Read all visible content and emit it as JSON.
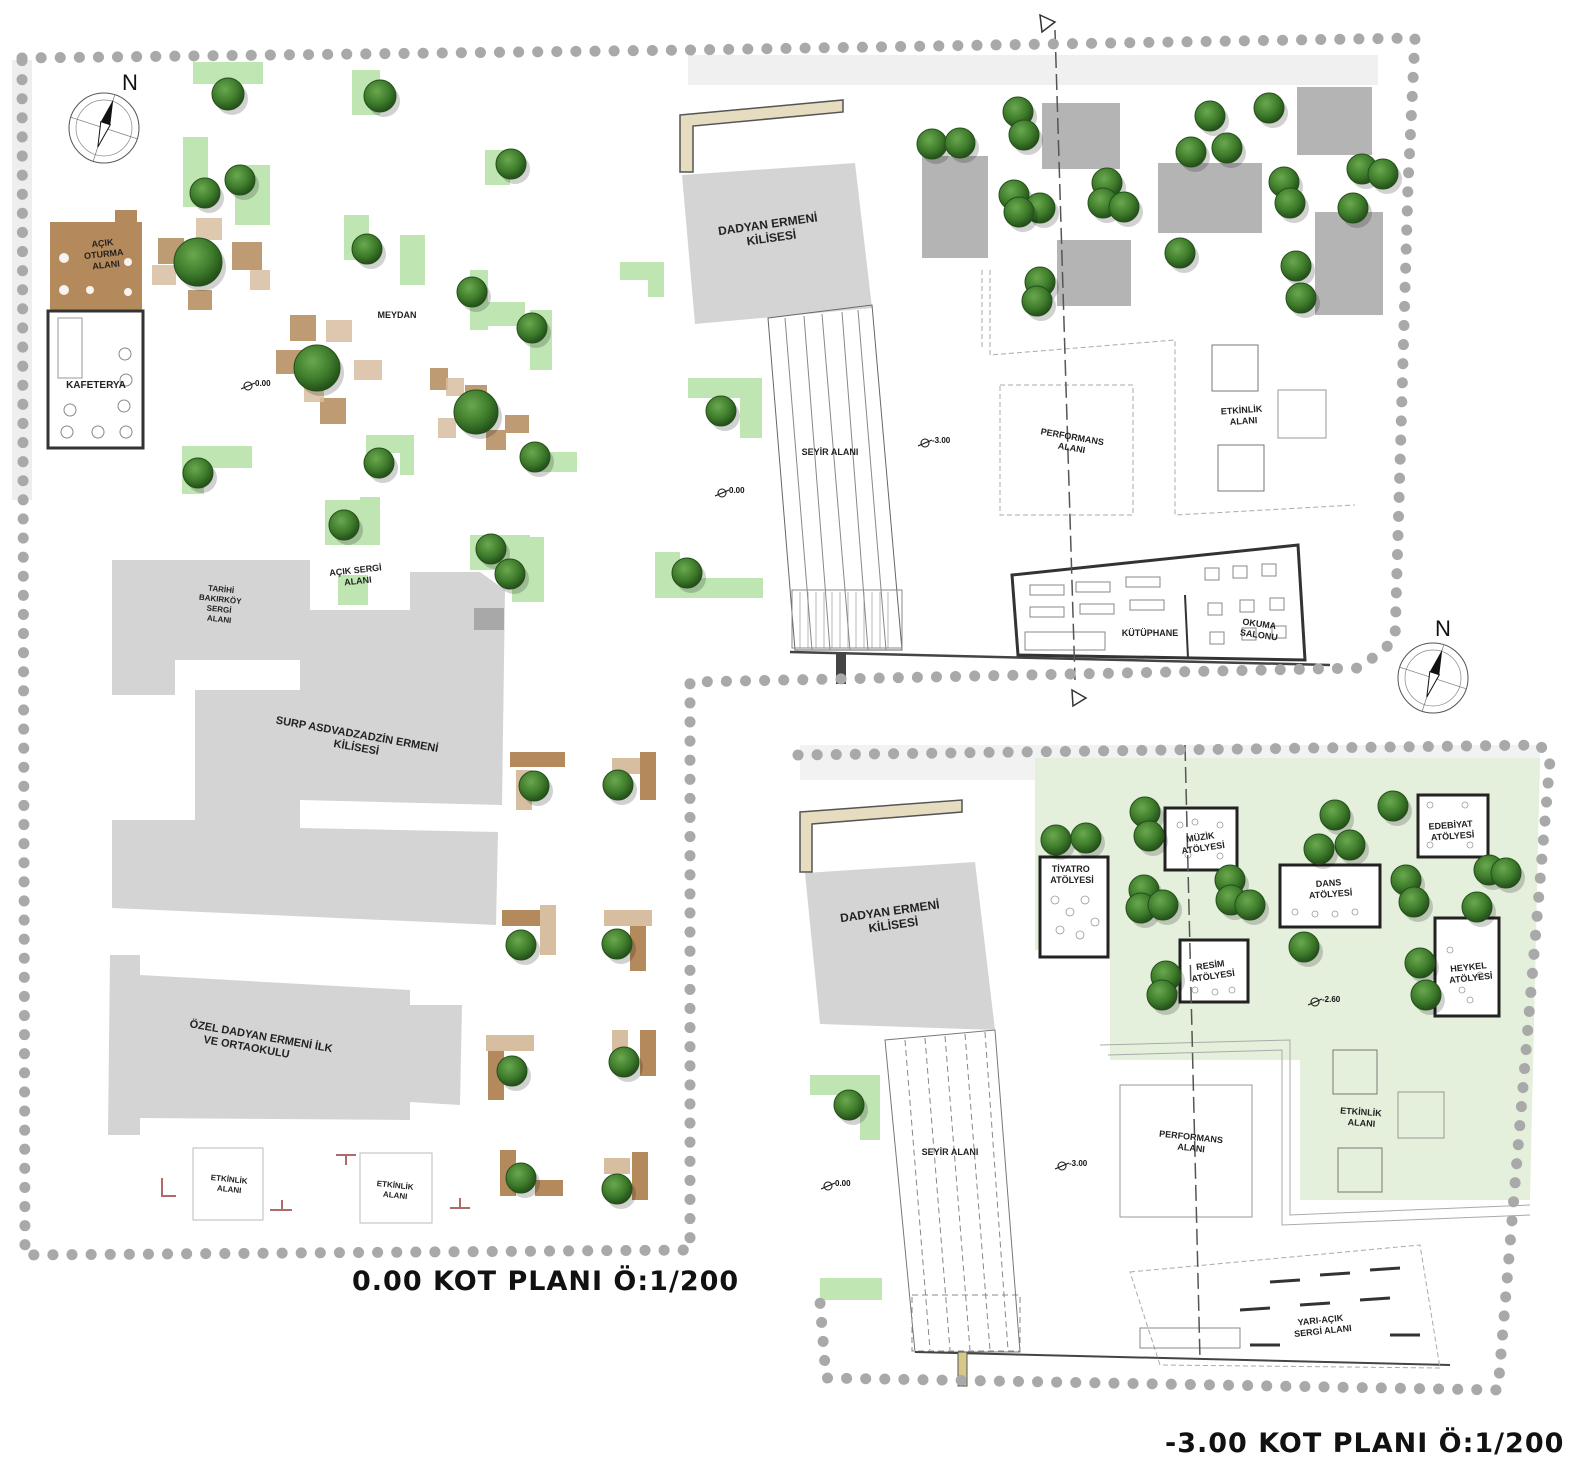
{
  "plans": {
    "upper": {
      "title": "0.00 KOT PLANI Ö:1/200",
      "labels": {
        "cafe_seating": [
          "AÇIK",
          "OTURMA",
          "ALANI"
        ],
        "cafeteria": "KAFETERYA",
        "square": "MEYDAN",
        "church_dadyan": [
          "DADYAN ERMENİ",
          "KİLİSESİ"
        ],
        "viewing_area": "SEYİR ALANI",
        "performance_area": [
          "PERFORMANS",
          "ALANI"
        ],
        "event_area_right": [
          "ETKİNLİK",
          "ALANI"
        ],
        "library": "KÜTÜPHANE",
        "reading_room": [
          "OKUMA",
          "SALONU"
        ],
        "history_exhibit": [
          "TARİHİ",
          "BAKIRKÖY",
          "SERGİ",
          "ALANI"
        ],
        "open_exhibit": [
          "AÇIK SERGİ",
          "ALANI"
        ],
        "church_surp": [
          "SURP ASDVADZADZİN ERMENİ",
          "KİLİSESİ"
        ],
        "school": [
          "ÖZEL DADYAN ERMENİ İLK",
          "VE ORTAOKULU"
        ],
        "event_area_a": [
          "ETKİNLİK",
          "ALANI"
        ],
        "event_area_b": [
          "ETKİNLİK",
          "ALANI"
        ]
      },
      "levels": [
        "0.00",
        "-3.00",
        "0.00"
      ]
    },
    "lower": {
      "title": "-3.00 KOT PLANI Ö:1/200",
      "labels": {
        "church_dadyan": [
          "DADYAN ERMENİ",
          "KİLİSESİ"
        ],
        "theatre": [
          "TİYATRO",
          "ATÖLYESİ"
        ],
        "music": [
          "MÜZİK",
          "ATÖLYESİ"
        ],
        "dance": [
          "DANS",
          "ATÖLYESİ"
        ],
        "literature": [
          "EDEBİYAT",
          "ATÖLYESİ"
        ],
        "painting": [
          "RESİM",
          "ATÖLYESİ"
        ],
        "sculpture": [
          "HEYKEL",
          "ATÖLYESİ"
        ],
        "event_area": [
          "ETKİNLİK",
          "ALANI"
        ],
        "performance_area": [
          "PERFORMANS",
          "ALANI"
        ],
        "viewing_area": "SEYİR ALANI",
        "semi_open_exhibit": [
          "YARI-AÇIK",
          "SERGİ ALANI"
        ]
      },
      "levels": [
        "-2.60",
        "-3.00",
        "0.00"
      ]
    }
  },
  "north": "N",
  "colors": {
    "building": "#d4d4d4",
    "dark_building": "#b3b3b3",
    "grass": "#b9e3ab",
    "courtyard": "#e4f0dc",
    "wood": "#b48a5c",
    "wood_light": "#d8bea0",
    "tree": "#3f7d2c",
    "tree_dark": "#2a5a1c",
    "boundary_dot": "#a9a9a9",
    "path": "#e0ddd0"
  }
}
